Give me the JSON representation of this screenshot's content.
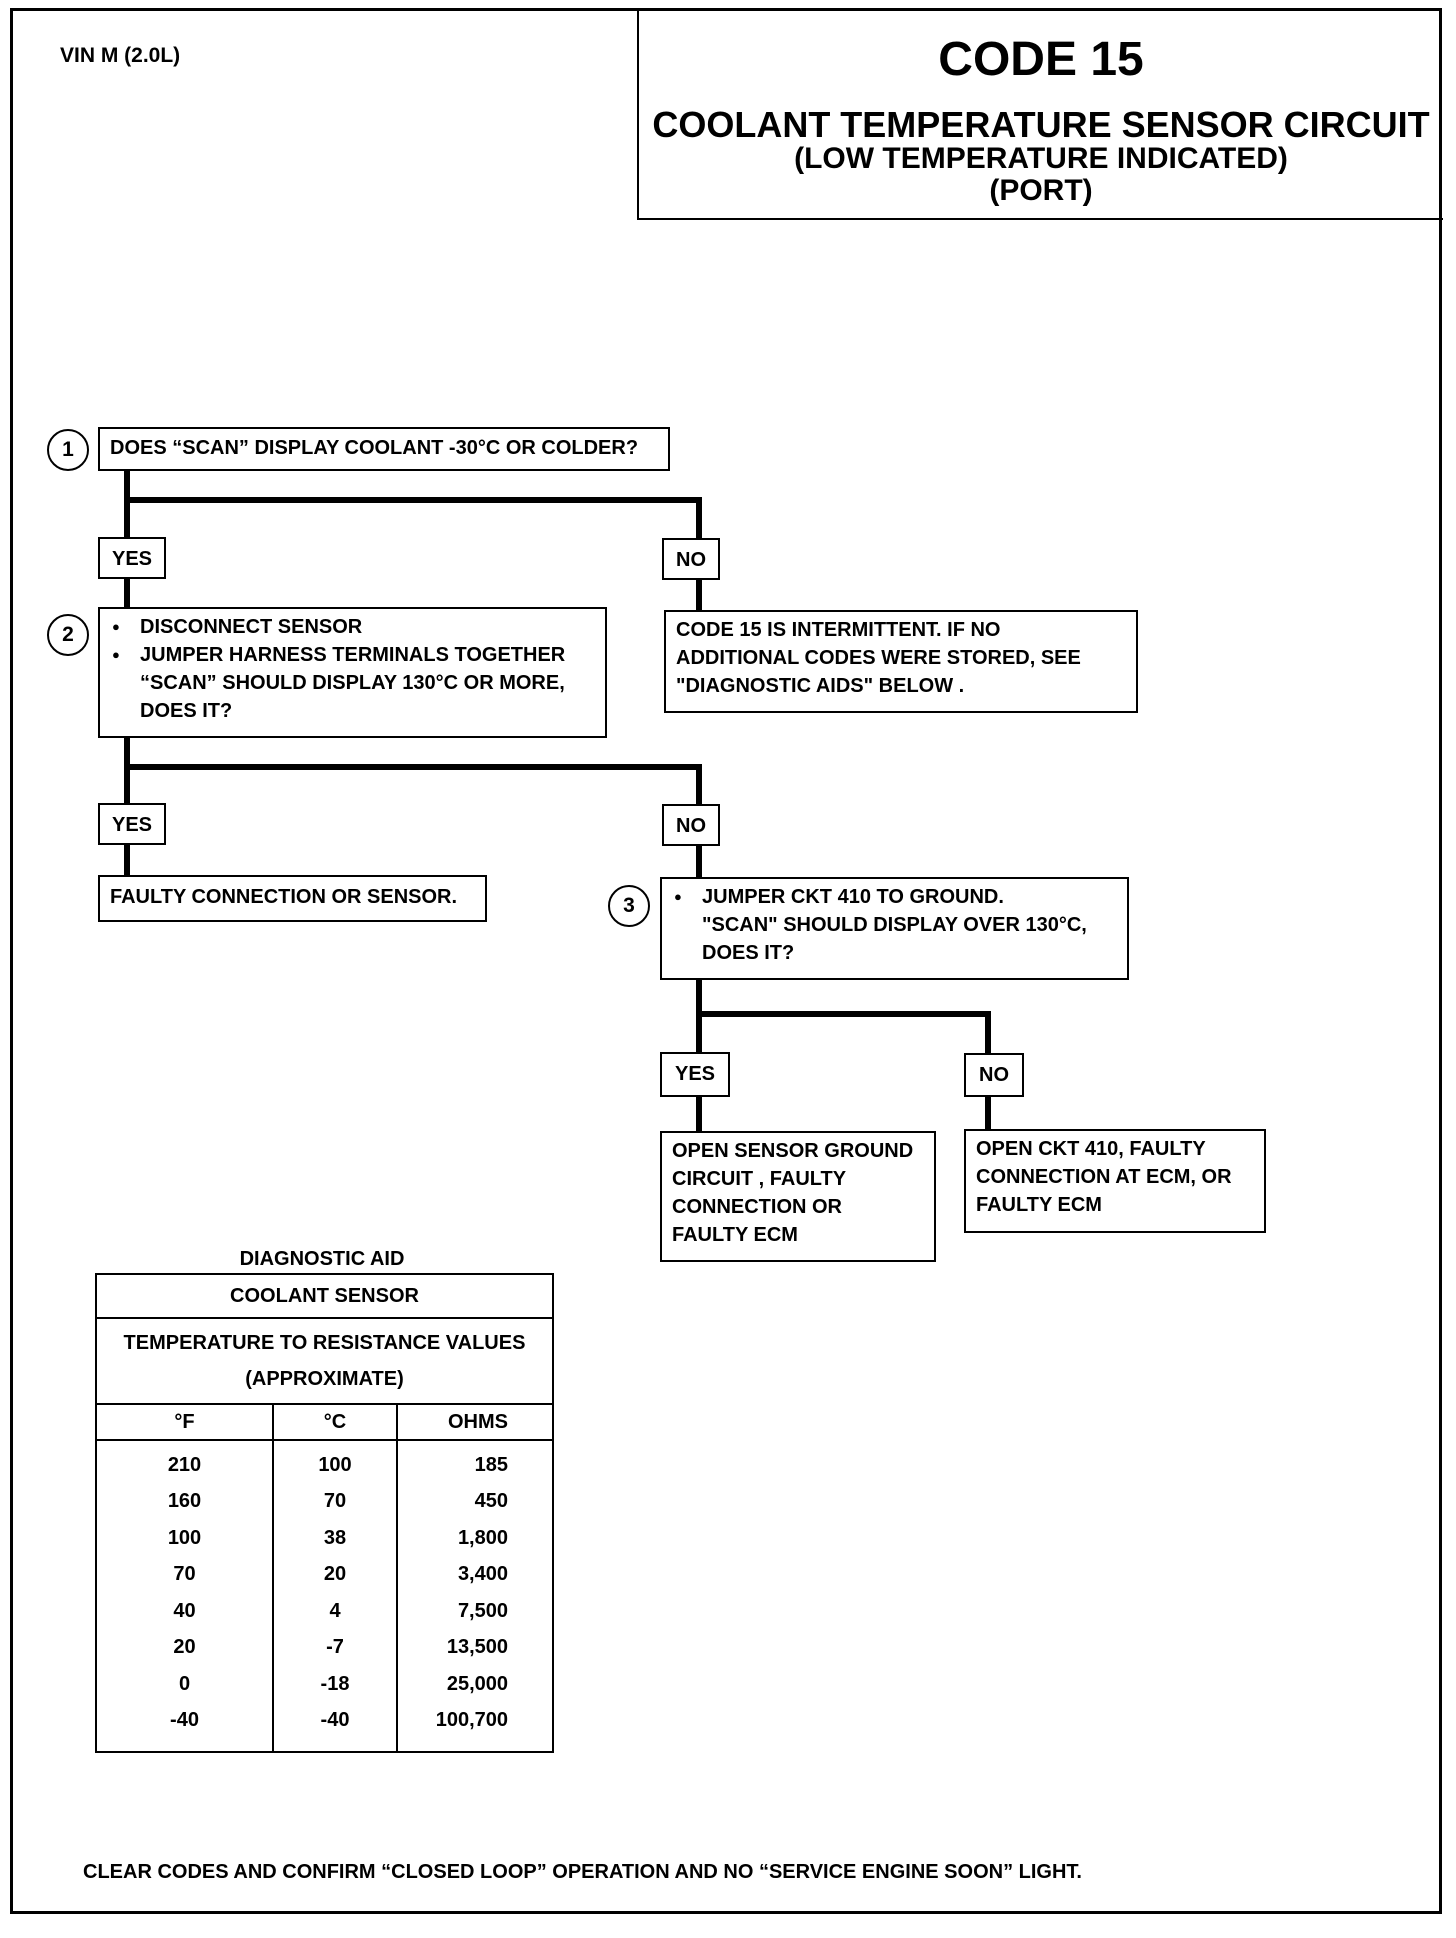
{
  "header": {
    "vin": "VIN M (2.0L)",
    "code": "CODE 15",
    "title": "COOLANT TEMPERATURE SENSOR CIRCUIT",
    "subtitle": "(LOW TEMPERATURE INDICATED)",
    "port": "(PORT)"
  },
  "flow": {
    "step1": {
      "num": "1",
      "text": "DOES “SCAN” DISPLAY COOLANT -30°C OR COLDER?"
    },
    "step1_yes": "YES",
    "step1_no": "NO",
    "intermittent": {
      "line1": "CODE 15 IS INTERMITTENT.  IF NO",
      "line2": "ADDITIONAL CODES WERE STORED,  SEE",
      "line3": "\"DIAGNOSTIC AIDS\" BELOW  ."
    },
    "step2": {
      "num": "2",
      "bullet1": "DISCONNECT SENSOR",
      "bullet2": "JUMPER HARNESS TERMINALS TOGETHER",
      "line3": "“SCAN” SHOULD DISPLAY 130°C OR MORE,",
      "line4": "DOES IT?"
    },
    "step2_yes": "YES",
    "step2_no": "NO",
    "faulty": "FAULTY CONNECTION OR SENSOR.",
    "step3": {
      "num": "3",
      "bullet1": "JUMPER CKT 410 TO GROUND.",
      "line2": "\"SCAN\" SHOULD DISPLAY OVER 130°C,",
      "line3": "DOES IT?"
    },
    "step3_yes": "YES",
    "step3_no": "NO",
    "open_ground": {
      "line1": "OPEN SENSOR GROUND",
      "line2": "CIRCUIT , FAULTY",
      "line3": "CONNECTION OR",
      "line4": "FAULTY ECM"
    },
    "open_ckt": {
      "line1": "OPEN CKT 410, FAULTY",
      "line2": "CONNECTION AT ECM, OR",
      "line3": "FAULTY ECM"
    }
  },
  "diagnostic_aid": {
    "title": "DIAGNOSTIC  AID",
    "header1": "COOLANT SENSOR",
    "header2": "TEMPERATURE TO RESISTANCE VALUES",
    "header3": "(APPROXIMATE)",
    "columns": [
      "°F",
      "°C",
      "OHMS"
    ],
    "rows": [
      [
        "210",
        "100",
        "185"
      ],
      [
        "160",
        "70",
        "450"
      ],
      [
        "100",
        "38",
        "1,800"
      ],
      [
        "70",
        "20",
        "3,400"
      ],
      [
        "40",
        "4",
        "7,500"
      ],
      [
        "20",
        "-7",
        "13,500"
      ],
      [
        "0",
        "-18",
        "25,000"
      ],
      [
        "-40",
        "-40",
        "100,700"
      ]
    ]
  },
  "footer": "CLEAR CODES AND CONFIRM “CLOSED LOOP”  OPERATION AND NO “SERVICE ENGINE SOON” LIGHT."
}
